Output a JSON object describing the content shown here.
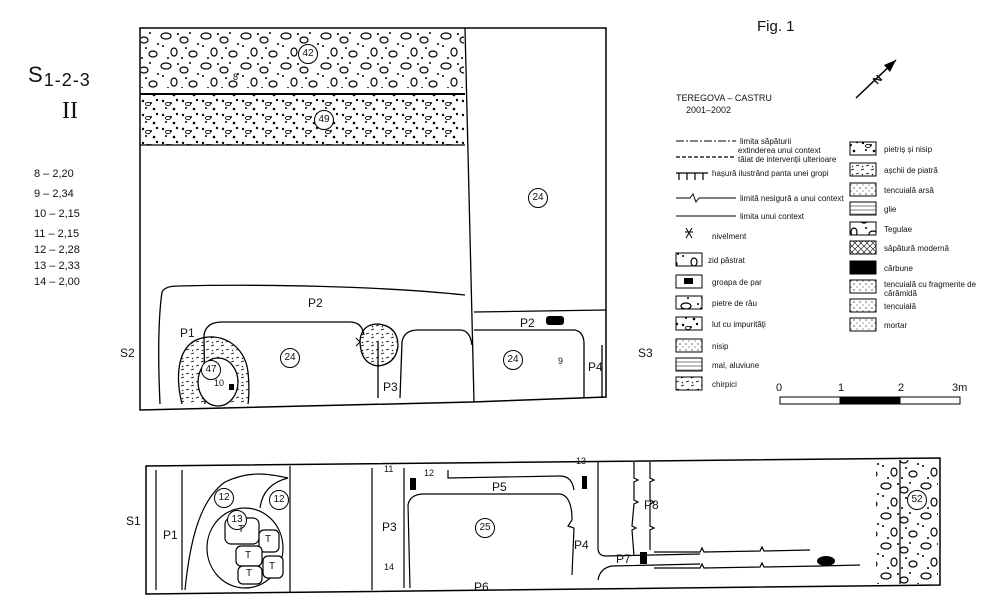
{
  "header": {
    "section": "S",
    "section_sub": "1-2-3",
    "phase": "II",
    "figure": "Fig. 1",
    "site_name": "TEREGOVA – CASTRU",
    "site_years": "2001–2002",
    "north": "N"
  },
  "levels": [
    "8 – 2,20",
    "9 – 2,34",
    "10 – 2,15",
    "11 – 2,15",
    "12 – 2,28",
    "13 – 2,33",
    "14 – 2,00"
  ],
  "legend_left": [
    {
      "key": "excavation-limit",
      "label": "limita săpăturii"
    },
    {
      "key": "cut-extension",
      "label": "extinderea unui context tăiat de intervenții ulterioare"
    },
    {
      "key": "pit-slope",
      "label": "hașură ilustrând panta unei gropi"
    },
    {
      "key": "uncertain-limit",
      "label": "limită nesigură a unui context"
    },
    {
      "key": "context-limit",
      "label": "limita unui context"
    },
    {
      "key": "level",
      "label": "nivelment"
    },
    {
      "key": "wall",
      "label": "zid păstrat"
    },
    {
      "key": "post-hole",
      "label": "groapa de par"
    },
    {
      "key": "river-stones",
      "label": "pietre de râu"
    },
    {
      "key": "clay-impurities",
      "label": "lut cu impurități"
    },
    {
      "key": "sand",
      "label": "nisip"
    },
    {
      "key": "silt",
      "label": "mal, aluviune"
    },
    {
      "key": "daub",
      "label": "chirpici"
    }
  ],
  "legend_right": [
    {
      "key": "gravel-sand",
      "label": "pietriș și nisip"
    },
    {
      "key": "stone-chips",
      "label": "așchii de piatră"
    },
    {
      "key": "burnt-plaster",
      "label": "tencuială arsă"
    },
    {
      "key": "bricks",
      "label": "glie"
    },
    {
      "key": "tegulae",
      "label": "Tegulae"
    },
    {
      "key": "modern-dig",
      "label": "săpătură modernă"
    },
    {
      "key": "charcoal",
      "label": "cărbune"
    },
    {
      "key": "plaster-brick",
      "label": "tencuială cu fragmente de cărămidă"
    },
    {
      "key": "plaster",
      "label": "tencuială"
    },
    {
      "key": "mortar",
      "label": "mortar"
    }
  ],
  "scale": {
    "ticks": [
      "0",
      "1",
      "2",
      "3m"
    ]
  },
  "plan_top": {
    "sections": [
      "S2",
      "S3"
    ],
    "contexts": [
      "42",
      "49",
      "24",
      "24",
      "24",
      "47"
    ],
    "pits": [
      "P1",
      "P2",
      "P2",
      "P3",
      "P4"
    ],
    "levels": [
      "8",
      "10",
      "9"
    ]
  },
  "plan_bottom": {
    "section": "S1",
    "contexts": [
      "12",
      "12",
      "13",
      "25",
      "52"
    ],
    "pits": [
      "P1",
      "P3",
      "P5",
      "P4",
      "P6",
      "P7",
      "P8"
    ],
    "levels": [
      "11",
      "12",
      "13",
      "14"
    ],
    "tegulae": [
      "T",
      "T",
      "T",
      "T",
      "T"
    ]
  }
}
